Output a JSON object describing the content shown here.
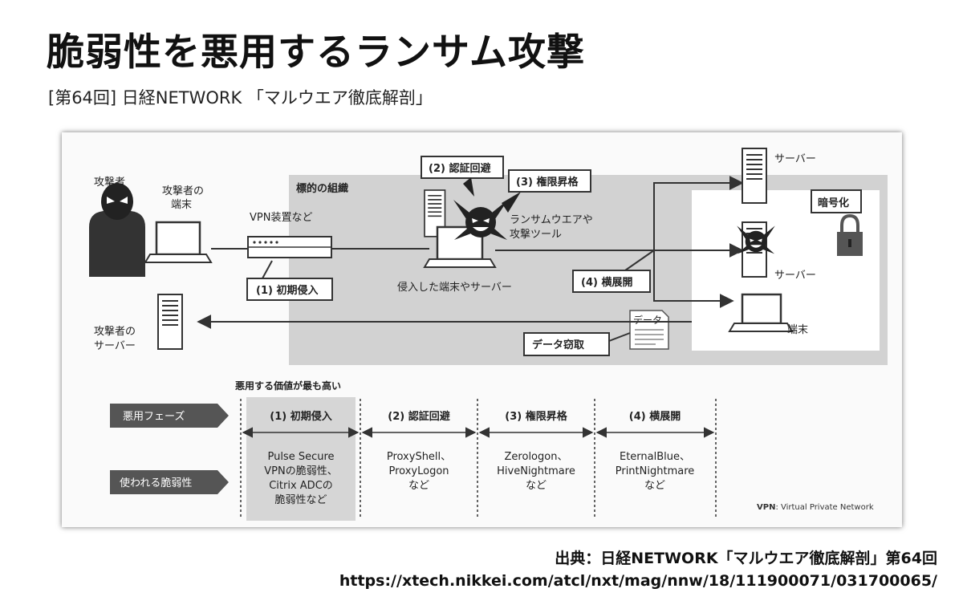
{
  "header": {
    "title": "脆弱性を悪用するランサム攻撃",
    "subtitle": "[第64回] 日経NETWORK 「マルウエア徹底解剖」"
  },
  "diagram": {
    "attacker": "攻撃者",
    "attacker_terminal": [
      "攻撃者の",
      "端末"
    ],
    "vpn_device": "VPN装置など",
    "step1": "(1) 初期侵入",
    "target_org": "標的の組織",
    "step2": "(2) 認証回避",
    "step3": "(3) 権限昇格",
    "ransomware_tools": [
      "ランサムウエアや",
      "攻撃ツール"
    ],
    "compromised": "侵入した端末やサーバー",
    "step4": "(4) 横展開",
    "server_top": "サーバー",
    "server_mid": "サーバー",
    "terminal": "端末",
    "encryption": "暗号化",
    "data_doc": "データ",
    "data_theft": "データ窃取",
    "attacker_server": [
      "攻撃者の",
      "サーバー"
    ]
  },
  "table": {
    "caption": "悪用する価値が最も高い",
    "row_phase": "悪用フェーズ",
    "row_vuln": "使われる脆弱性",
    "columns": [
      {
        "phase": "(1) 初期侵入",
        "vulns": [
          "Pulse Secure",
          "VPNの脆弱性、",
          "Citrix ADCの",
          "脆弱性など"
        ]
      },
      {
        "phase": "(2) 認証回避",
        "vulns": [
          "ProxyShell、",
          "ProxyLogon",
          "など"
        ]
      },
      {
        "phase": "(3) 権限昇格",
        "vulns": [
          "Zerologon、",
          "HiveNightmare",
          "など"
        ]
      },
      {
        "phase": "(4) 横展開",
        "vulns": [
          "EternalBlue、",
          "PrintNightmare",
          "など"
        ]
      }
    ],
    "footnote_abbr": "VPN",
    "footnote_text": ": Virtual Private Network"
  },
  "footer": {
    "source": "出典：日経NETWORK「マルウエア徹底解剖」第64回",
    "url": "https://xtech.nikkei.com/atcl/nxt/mag/nnw/18/111900071/031700065/"
  }
}
